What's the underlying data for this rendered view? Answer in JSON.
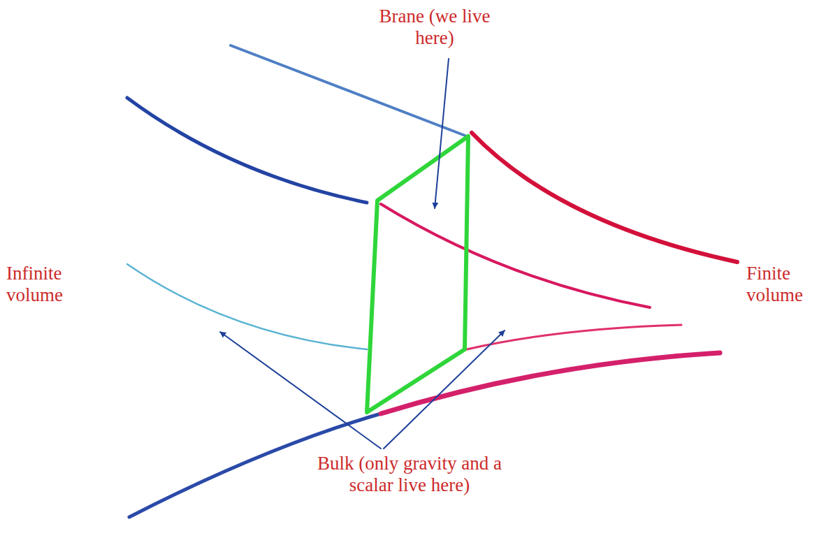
{
  "diagram": {
    "labels": [
      "Brane (we live here)",
      "Infinite volume",
      "Finite volume",
      "Bulk (only gravity and a scalar live here)"
    ]
  }
}
